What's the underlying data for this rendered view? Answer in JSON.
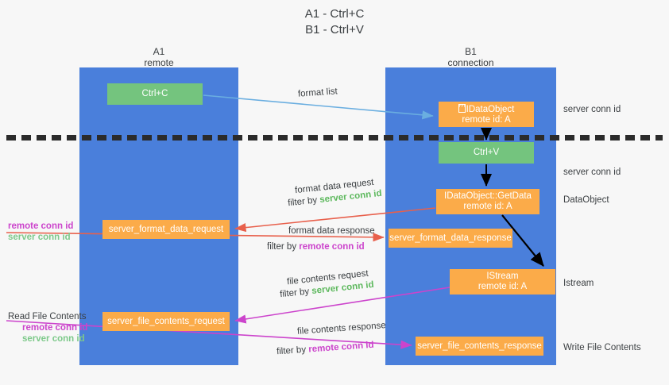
{
  "title": {
    "line1": "A1 - Ctrl+C",
    "line2": "B1 - Ctrl+V"
  },
  "columns": {
    "a1": {
      "name": "A1",
      "role": "remote"
    },
    "b1": {
      "name": "B1",
      "role": "connection"
    }
  },
  "nodes": {
    "ctrl_c": {
      "line1": "Ctrl+C",
      "line2": ""
    },
    "idataobject": {
      "line1": "IDataObject",
      "line2": "remote id: A",
      "prefix_glyph": "tofu"
    },
    "ctrl_v": {
      "line1": "Ctrl+V",
      "line2": ""
    },
    "getdata": {
      "line1": "IDataObject::GetData",
      "line2": "remote id: A"
    },
    "format_data_request": {
      "line1": "server_format_data_request",
      "line2": ""
    },
    "format_data_response": {
      "line1": "server_format_data_response",
      "line2": ""
    },
    "istream": {
      "line1": "IStream",
      "line2": "remote id: A"
    },
    "file_contents_request": {
      "line1": "server_file_contents_request",
      "line2": ""
    },
    "file_contents_response": {
      "line1": "server_file_contents_response",
      "line2": ""
    }
  },
  "edge_labels": {
    "format_list": "format list",
    "fd_request_line1": "format data request",
    "fd_request_filter_prefix": "filter by ",
    "fd_request_filter_key": "server conn id",
    "fd_response_line1": "format data response",
    "fd_response_filter_prefix": "filter by ",
    "fd_response_filter_key": "remote conn id",
    "fc_request_line1": "file contents request",
    "fc_request_filter_prefix": "filter by ",
    "fc_request_filter_key": "server conn id",
    "fc_response_line1": "file contents response",
    "fc_response_filter_prefix": "filter by ",
    "fc_response_filter_key": "remote conn id"
  },
  "annotations": {
    "left_1_remote": "remote conn id",
    "left_1_server": "server conn id",
    "left_2_title": "Read File Contents",
    "left_2_remote": "remote conn id",
    "left_2_server": "server conn id",
    "right_1": "server conn id",
    "right_2": "server conn id",
    "right_3": "DataObject",
    "right_4": "Istream",
    "right_5": "Write File Contents"
  },
  "colors": {
    "lane": "#4a7fdb",
    "node_orange": "#fbab49",
    "node_green": "#74c47e",
    "server_conn_id": "#5cb85c",
    "remote_conn_id": "#cc44cc",
    "arrow_format_list": "#6aaee0",
    "arrow_format_data": "#e8604c",
    "arrow_file_contents": "#cc44cc",
    "arrow_black": "#000000",
    "background": "#f7f7f7"
  }
}
